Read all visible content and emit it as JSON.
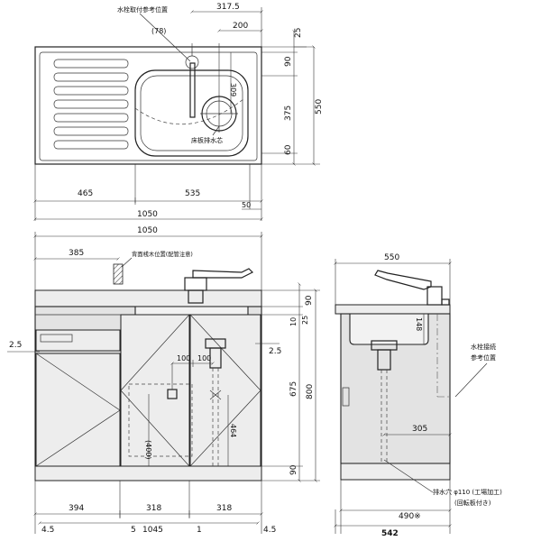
{
  "top_view": {
    "faucet_note": "水栓取付参考位置",
    "drain_note": "床板排水芯",
    "dims": {
      "faucet_offset": "(78)",
      "faucet_to_right": "317.5",
      "drain_from_right": "200",
      "drain_from_back": "309",
      "back_ledge": "25",
      "back_zone": "90",
      "bowl_zone": "375",
      "front_zone": "60",
      "depth": "550",
      "drainboard": "465",
      "bowl_width": "535",
      "right_edge": "50",
      "total_width": "1050"
    }
  },
  "front_view": {
    "backboard_note": "背面桟木位置(配管注意)",
    "dims": {
      "top_width": "1050",
      "backboard_offset": "385",
      "counter_thickness": "90",
      "bowl_top": "25",
      "bowl_lip": "10",
      "left_gap": "2.5",
      "right_gap": "2.5",
      "box_left": "100",
      "box_right": "100",
      "box_height": "(400)",
      "drain_height": "464",
      "cabinet_height": "675",
      "total_height": "800",
      "plinth": "90",
      "door_1": "394",
      "door_2": "318",
      "door_3": "318",
      "gap_left": "4.5",
      "gap_mid": "5",
      "cabinet_width": "1045",
      "gap_center": "1",
      "gap_right": "4.5"
    }
  },
  "side_view": {
    "faucet_note_line1": "水栓接続",
    "faucet_note_line2": "参考位置",
    "drain_note_line1": "排水穴 φ110 (工場加工)",
    "drain_note_line2": "(回転板付き)",
    "dims": {
      "depth": "550",
      "bowl_depth": "148",
      "drain_from_back": "305",
      "inner_depth": "490※",
      "total_depth": "542"
    }
  }
}
